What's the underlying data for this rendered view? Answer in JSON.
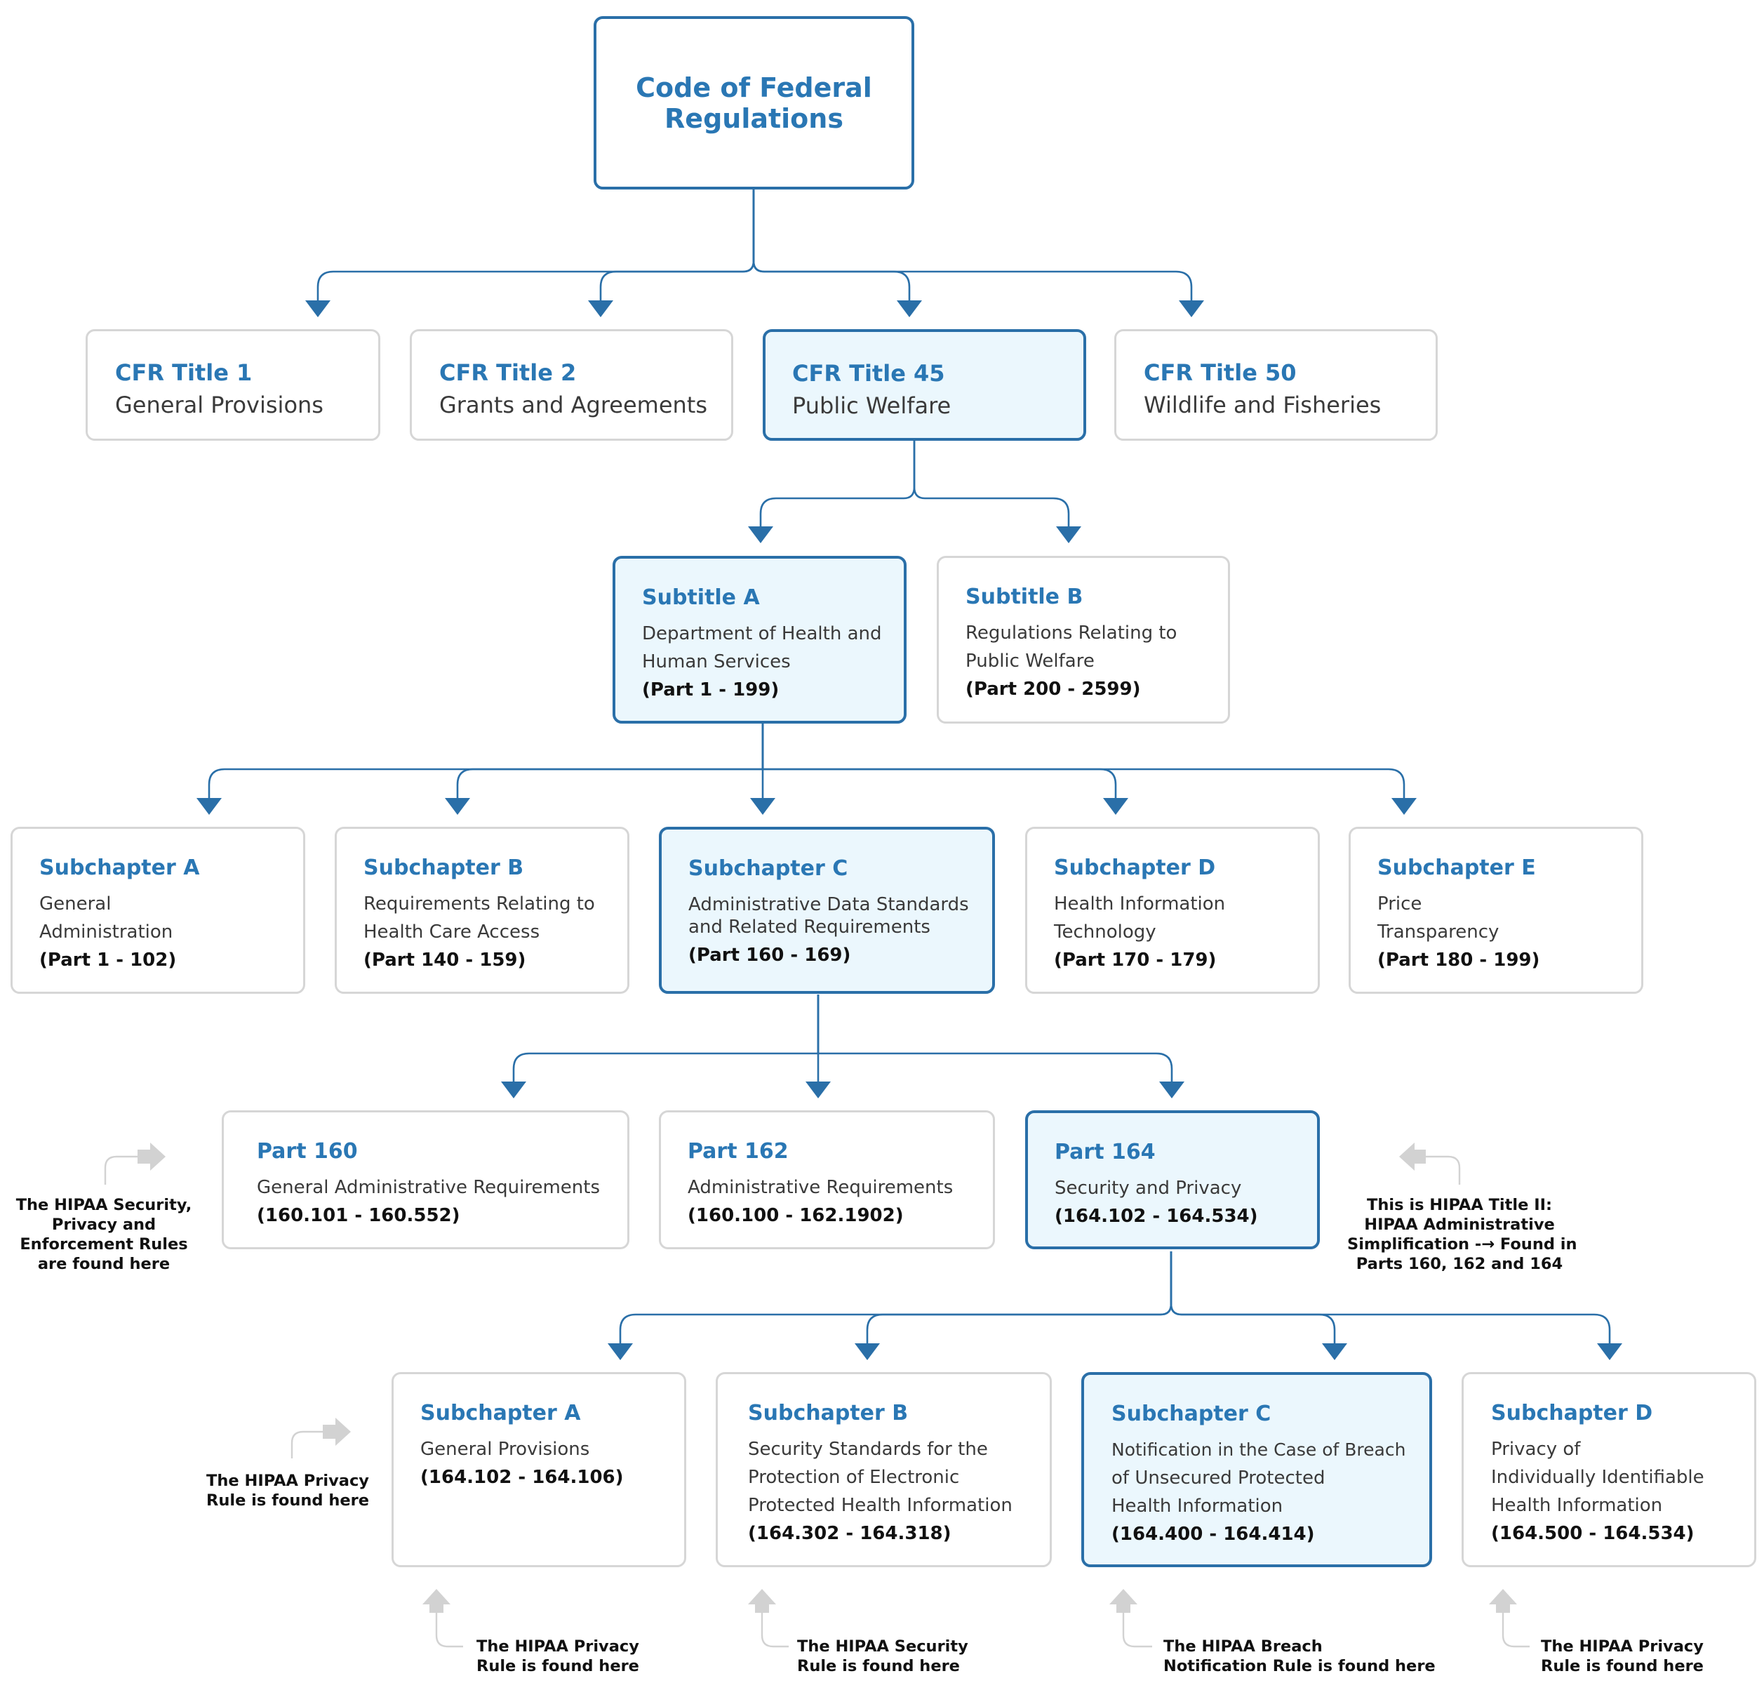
{
  "colors": {
    "accent": "#2a77b4",
    "line": "#2a6fa8",
    "highlight_fill": "#ebf7fd",
    "border": "#d6d6d6",
    "pointer": "#d2d2d2"
  },
  "root": {
    "title_line1": "Code of Federal",
    "title_line2": "Regulations"
  },
  "titles": [
    {
      "heading": "CFR Title 1",
      "desc": "General Provisions"
    },
    {
      "heading": "CFR Title 2",
      "desc": "Grants and Agreements"
    },
    {
      "heading": "CFR Title 45",
      "desc": "Public Welfare"
    },
    {
      "heading": "CFR Title 50",
      "desc": "Wildlife and Fisheries"
    }
  ],
  "subtitles": [
    {
      "heading": "Subtitle A",
      "desc1": "Department of Health and",
      "desc2": "Human Services",
      "range": "(Part 1 - 199)"
    },
    {
      "heading": "Subtitle B",
      "desc1": "Regulations Relating to",
      "desc2": "Public Welfare",
      "range": "(Part 200 - 2599)"
    }
  ],
  "subchapters": [
    {
      "heading": "Subchapter A",
      "desc1": "General",
      "desc2": "Administration",
      "range": "(Part 1 - 102)"
    },
    {
      "heading": "Subchapter B",
      "desc1": "Requirements Relating to",
      "desc2": "Health Care Access",
      "range": "(Part 140 - 159)"
    },
    {
      "heading": "Subchapter C",
      "desc1": "Administrative Data Standards",
      "desc2": "and Related Requirements",
      "range": "(Part 160 - 169)"
    },
    {
      "heading": "Subchapter D",
      "desc1": "Health Information",
      "desc2": "Technology",
      "range": "(Part 170 - 179)"
    },
    {
      "heading": "Subchapter E",
      "desc1": "Price",
      "desc2": "Transparency",
      "range": "(Part 180 - 199)"
    }
  ],
  "parts": [
    {
      "heading": "Part 160",
      "desc": "General Administrative Requirements",
      "range": "(160.101 - 160.552)"
    },
    {
      "heading": "Part 162",
      "desc": "Administrative Requirements",
      "range": "(160.100 - 162.1902)"
    },
    {
      "heading": "Part 164",
      "desc": "Security and Privacy",
      "range": "(164.102 - 164.534)"
    }
  ],
  "part164_subchapters": [
    {
      "heading": "Subchapter A",
      "desc1": "General Provisions",
      "range": "(164.102 - 164.106)"
    },
    {
      "heading": "Subchapter B",
      "desc1": "Security Standards for the",
      "desc2": "Protection of Electronic",
      "desc3": "Protected Health Information",
      "range": "(164.302 - 164.318)"
    },
    {
      "heading": "Subchapter C",
      "desc1": "Notification in the Case of Breach",
      "desc2": "of Unsecured Protected",
      "desc3": "Health Information",
      "range": "(164.400 - 164.414)"
    },
    {
      "heading": "Subchapter D",
      "desc1": "Privacy of",
      "desc2": "Individually Identifiable",
      "desc3": "Health Information",
      "range": "(164.500 - 164.534)"
    }
  ],
  "notes": {
    "rules_here": [
      "The HIPAA Security,",
      "Privacy and",
      "Enforcement Rules",
      "are found here"
    ],
    "title_ii": [
      "This is HIPAA Title II:",
      "HIPAA Administrative",
      "Simplification -→ Found in",
      "Parts 160, 162 and 164"
    ],
    "privacy_left": [
      "The HIPAA Privacy",
      "Rule is found here"
    ],
    "bottom": [
      [
        "The HIPAA Privacy",
        "Rule is found here"
      ],
      [
        "The HIPAA Security",
        "Rule is found here"
      ],
      [
        "The HIPAA Breach",
        "Notification Rule is found here"
      ],
      [
        "The HIPAA Privacy",
        "Rule is found here"
      ]
    ]
  }
}
